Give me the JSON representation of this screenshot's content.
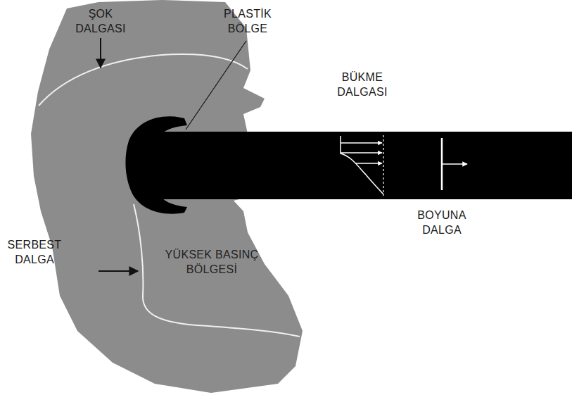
{
  "diagram": {
    "labels": [
      "ŞOK DALGASI",
      "PLASTİK BÖLGE",
      "BÜKME DALGASI",
      "BOYUNA DALGA",
      "SERBEST DALGA",
      "YÜKSEK BASINÇ BÖLGESİ"
    ]
  }
}
